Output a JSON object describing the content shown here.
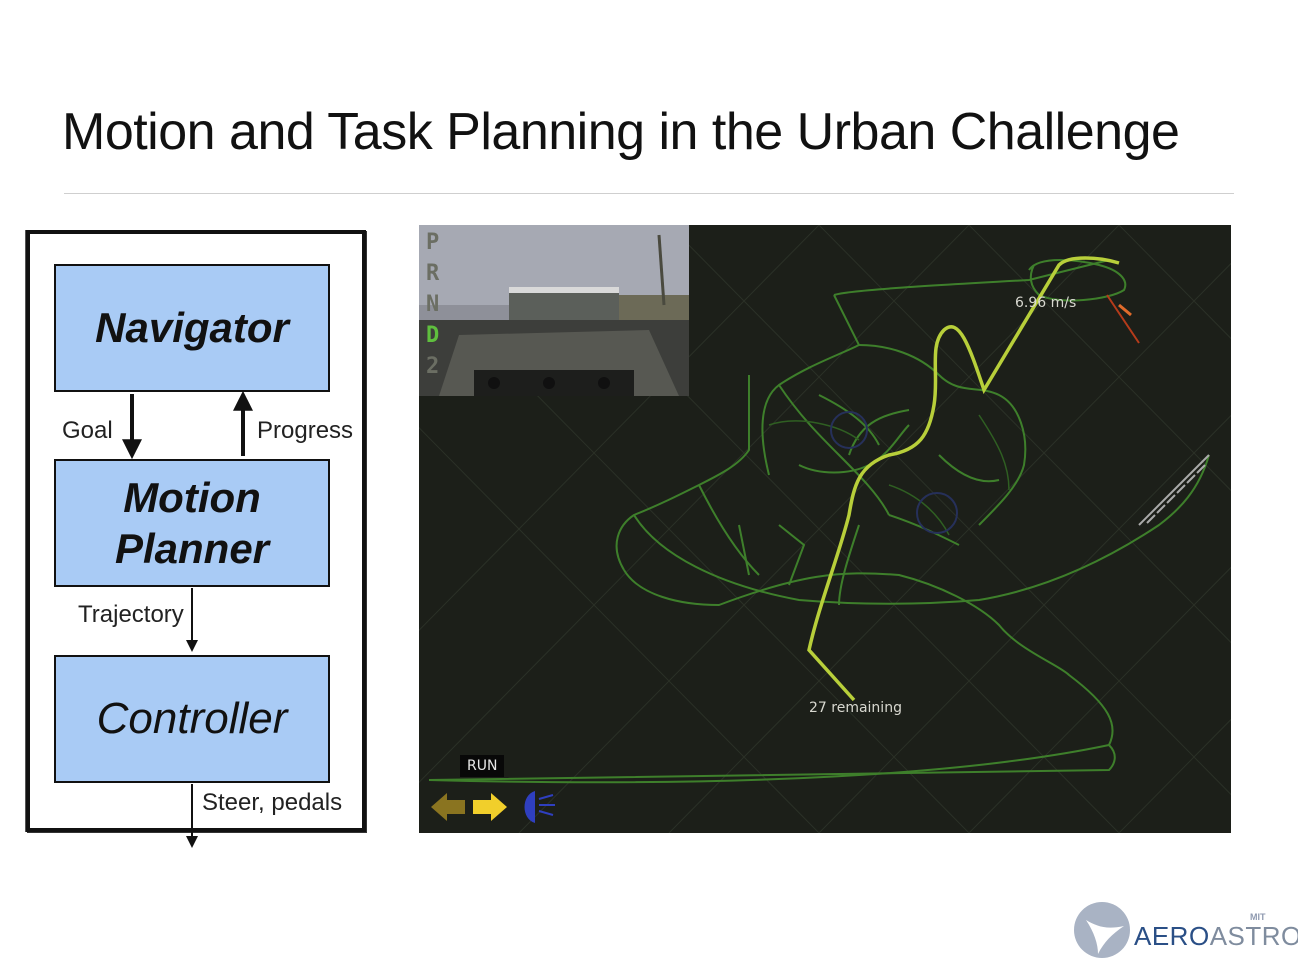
{
  "slide": {
    "title": "Motion and Task Planning in the Urban Challenge"
  },
  "diagram": {
    "blocks": {
      "navigator": "Navigator",
      "motion_planner_line1": "Motion",
      "motion_planner_line2": "Planner",
      "controller": "Controller"
    },
    "labels": {
      "goal": "Goal",
      "progress": "Progress",
      "trajectory": "Trajectory",
      "steer_pedals": "Steer, pedals"
    },
    "block_color": "#a9cbf5"
  },
  "visualization": {
    "gear_letters": [
      "P",
      "R",
      "N",
      "D",
      "2"
    ],
    "active_gear": "D",
    "speed_readout": "6.96 m/s",
    "remaining_readout": "27 remaining",
    "run_label": "RUN",
    "indicator_icons": [
      "left-turn-arrow-icon",
      "right-turn-arrow-icon",
      "headlight-icon"
    ],
    "colors": {
      "background": "#1c1f19",
      "road_network": "#3e7f2b",
      "planned_path": "#b8cf3a"
    }
  },
  "logo": {
    "brand_part1": "AERO",
    "brand_part2": "ASTRO",
    "institution": "MIT"
  }
}
